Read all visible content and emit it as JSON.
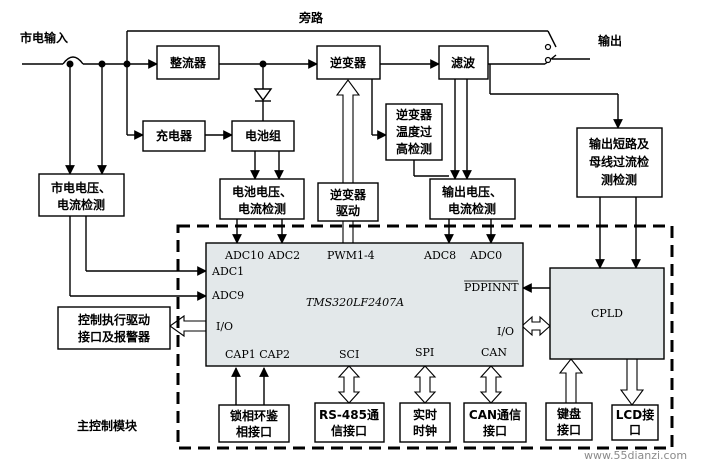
{
  "labels": {
    "mains_input": "市电输入",
    "bypass": "旁路",
    "output": "输出",
    "rectifier": "整流器",
    "inverter": "逆变器",
    "filter": "滤波",
    "charger": "充电器",
    "battery_pack": "电池组",
    "inverter_temp_line1": "逆变器",
    "inverter_temp_line2": "温度过",
    "inverter_temp_line3": "高检测",
    "short_circuit_line1": "输出短路及",
    "short_circuit_line2": "母线过流检",
    "short_circuit_line3": "测检测",
    "mains_detect_line1": "市电电压、",
    "mains_detect_line2": "电流检测",
    "battery_detect_line1": "电池电压、",
    "battery_detect_line2": "电流检测",
    "inverter_drive_line1": "逆变器",
    "inverter_drive_line2": "驱动",
    "output_detect_line1": "输出电压、",
    "output_detect_line2": "电流检测",
    "actuator_line1": "控制执行驱动",
    "actuator_line2": "接口及报警器",
    "main_module": "主控制模块",
    "dsp_name": "TMS320LF2407A",
    "cpld": "CPLD",
    "pll_line1": "锁相环鉴",
    "pll_line2": "相接口",
    "rs485_line1": "RS-485通",
    "rs485_line2": "信接口",
    "rtc_line1": "实时",
    "rtc_line2": "时钟",
    "can_if_line1": "CAN通信",
    "can_if_line2": "接口",
    "keyboard_line1": "键盘",
    "keyboard_line2": "接口",
    "lcd_line1": "LCD接",
    "lcd_line2": "口",
    "watermark": "www.55dianzi.com"
  },
  "pins": {
    "adc10": "ADC10",
    "adc2": "ADC2",
    "pwm": "PWM1-4",
    "adc8": "ADC8",
    "adc0": "ADC0",
    "adc1": "ADC1",
    "adc9": "ADC9",
    "pdpint": "PDPINNT",
    "io_left": "I/O",
    "io_right": "I/O",
    "cap": "CAP1 CAP2",
    "sci": "SCI",
    "spi": "SPI",
    "can": "CAN"
  }
}
